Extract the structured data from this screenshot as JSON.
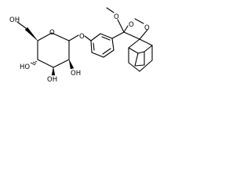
{
  "figure": {
    "type": "chemical-structure",
    "labels": {
      "hydroxymethyl": "OH",
      "ring_oxygen": "O",
      "glycosidic_oxygen": "O",
      "hydroxyl_c4": "HO",
      "hydroxyl_c3": "OH",
      "hydroxyl_c2": "OH",
      "methoxy_oxygen": "O",
      "peroxide_oxygen_upper": "O",
      "peroxide_oxygen_lower": "O"
    }
  }
}
